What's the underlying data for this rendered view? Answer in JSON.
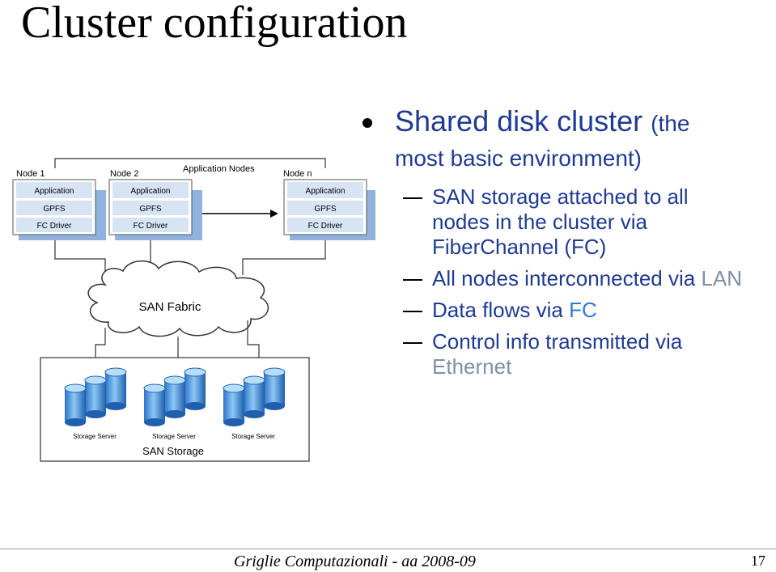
{
  "title": "Cluster configuration",
  "diagram": {
    "header": "Application Nodes",
    "nodes": [
      {
        "label": "Node 1",
        "app": "Application",
        "gpfs": "GPFS",
        "fc": "FC Driver"
      },
      {
        "label": "Node 2",
        "app": "Application",
        "gpfs": "GPFS",
        "fc": "FC Driver"
      },
      {
        "label": "Node n",
        "app": "Application",
        "gpfs": "GPFS",
        "fc": "FC Driver"
      }
    ],
    "fabric": "SAN Fabric",
    "servers": [
      "Storage Server",
      "Storage Server",
      "Storage Server"
    ],
    "storage": "SAN Storage"
  },
  "bullets": {
    "main_large": "Shared disk cluster",
    "main_small": "(the",
    "main_line2": "most basic environment)",
    "sub1_l1": "SAN storage attached to all",
    "sub1_l2": "nodes in the cluster via",
    "sub1_l3": "FiberChannel (FC)",
    "sub2_main": "All nodes interconnected via ",
    "sub2_accent": "LAN",
    "sub3_main": "Data flows via ",
    "sub3_accent": "FC",
    "sub4_l1": "Control info transmitted  via",
    "sub4_l2": "Ethernet"
  },
  "footer": {
    "text": "Griglie Computazionali - aa 2008-09",
    "page": "17"
  }
}
